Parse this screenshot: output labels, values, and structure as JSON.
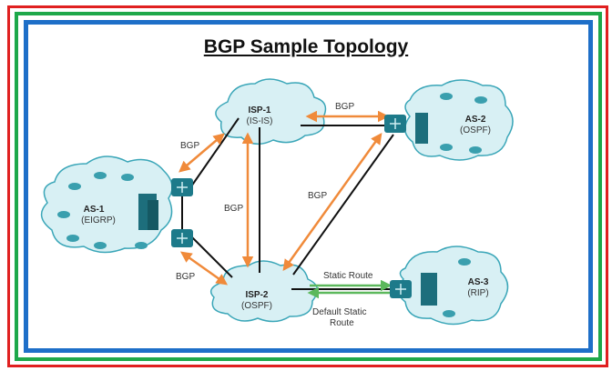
{
  "title": "BGP Sample Topology",
  "colors": {
    "outer": "#e02020",
    "middle": "#1ea84a",
    "inner": "#1e6fc8",
    "ebgp": "#f08a3a",
    "static": "#5cb85c",
    "cloud": "#d8f0f4",
    "cloud_stroke": "#3aa6b8",
    "router": "#1d7a8a"
  },
  "nodes": {
    "isp1": {
      "name": "ISP-1",
      "protocol": "(IS-IS)"
    },
    "isp2": {
      "name": "ISP-2",
      "protocol": "(OSPF)"
    },
    "as1": {
      "name": "AS-1",
      "protocol": "(EIGRP)"
    },
    "as2": {
      "name": "AS-2",
      "protocol": "(OSPF)"
    },
    "as3": {
      "name": "AS-3",
      "protocol": "(RIP)"
    }
  },
  "links": {
    "bgp_as1_isp1": "BGP",
    "bgp_isp1_as2": "BGP",
    "bgp_isp1_isp2": "BGP",
    "bgp_isp2_as2": "BGP",
    "bgp_as1_isp2": "BGP",
    "static_route": "Static Route",
    "default_static_line1": "Default Static",
    "default_static_line2": "Route"
  }
}
